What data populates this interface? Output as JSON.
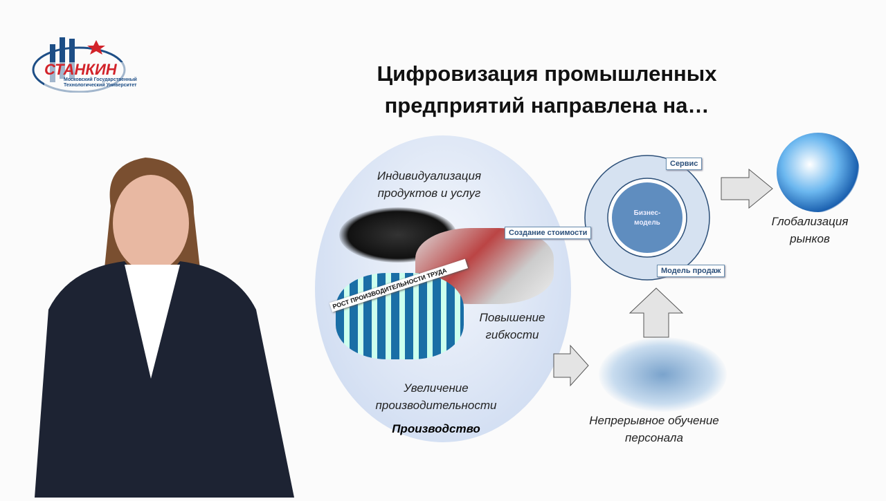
{
  "logo": {
    "name": "СТАНКИН",
    "subtitle1": "Московский Государственный",
    "subtitle2": "Технологический Университет"
  },
  "title": {
    "line1": "Цифровизация промышленных",
    "line2": "предприятий направлена на…"
  },
  "production": {
    "item1_l1": "Индивидуализация",
    "item1_l2": "продуктов и услуг",
    "item2_l1": "Повышение",
    "item2_l2": "гибкости",
    "item3_l1": "Увеличение",
    "item3_l2": "производительности",
    "label": "Производство",
    "chart_words": "РОСТ ПРОИЗВОДИТЕЛЬНОСТИ ТРУДА"
  },
  "business": {
    "center_l1": "Бизнес-",
    "center_l2": "модель",
    "service": "Сервис",
    "value_creation": "Создание стоимости",
    "sales_model": "Модель продаж"
  },
  "globalization": {
    "l1": "Глобализация",
    "l2": "рынков"
  },
  "training": {
    "l1": "Непрерывное обучение",
    "l2": "персонала"
  }
}
